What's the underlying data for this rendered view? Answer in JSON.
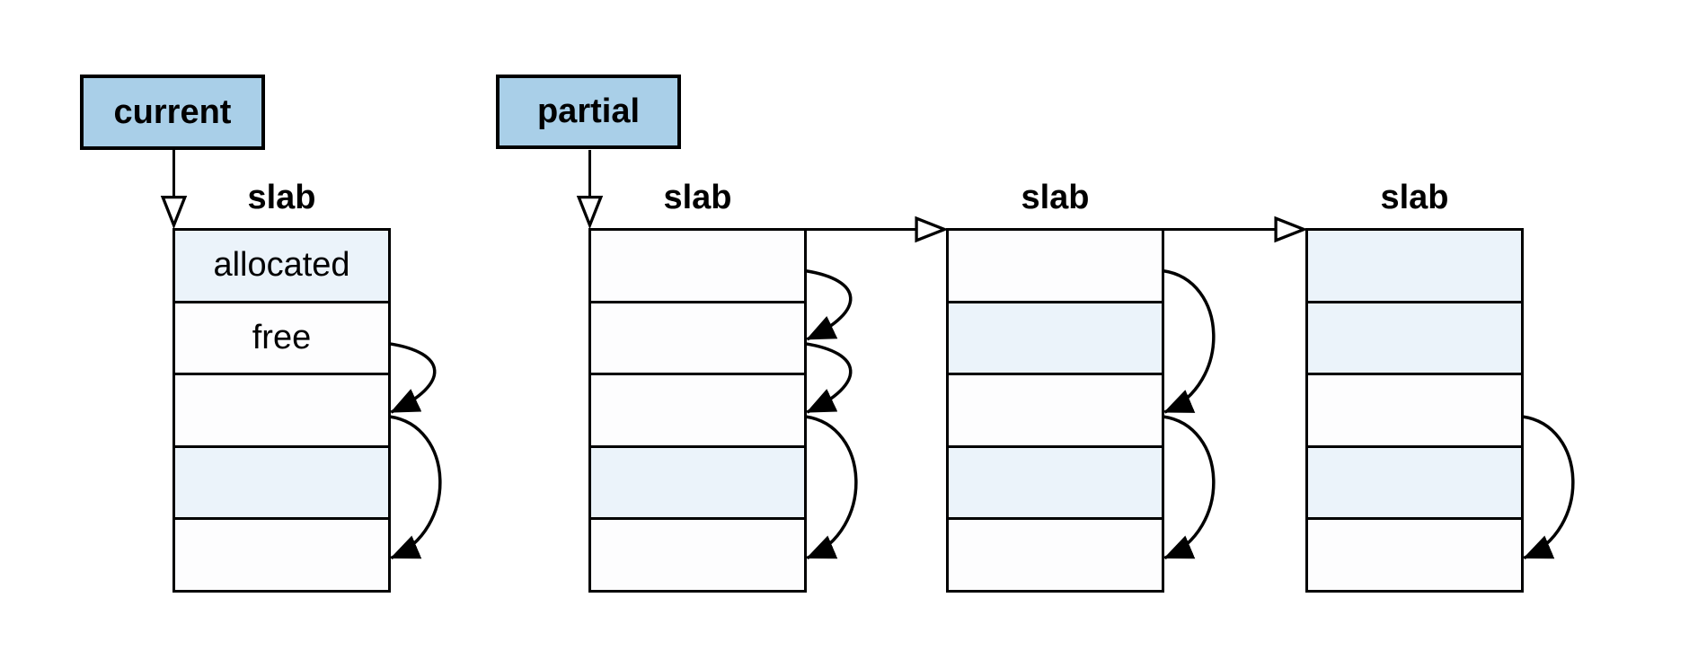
{
  "diagram": {
    "type": "slab-allocator-free-lists",
    "background": "#ffffff"
  },
  "colors": {
    "line": "#000000",
    "pointer_fill": "#a9cfe8",
    "row_allocated": "#ebf3fa",
    "row_free": "#fdfdfe"
  },
  "pointers": [
    {
      "label": "current",
      "target_slab": 0
    },
    {
      "label": "partial",
      "target_slab": 1
    }
  ],
  "slabs": [
    {
      "title": "slab",
      "rows": [
        {
          "state": "allocated",
          "label": "allocated"
        },
        {
          "state": "free",
          "label": "free"
        },
        {
          "state": "free",
          "label": ""
        },
        {
          "state": "allocated",
          "label": ""
        },
        {
          "state": "free",
          "label": ""
        }
      ],
      "free_links": [
        [
          1,
          2
        ],
        [
          2,
          4
        ]
      ]
    },
    {
      "title": "slab",
      "rows": [
        {
          "state": "free",
          "label": ""
        },
        {
          "state": "free",
          "label": ""
        },
        {
          "state": "free",
          "label": ""
        },
        {
          "state": "allocated",
          "label": ""
        },
        {
          "state": "free",
          "label": ""
        }
      ],
      "free_links": [
        [
          0,
          1
        ],
        [
          1,
          2
        ],
        [
          2,
          4
        ]
      ]
    },
    {
      "title": "slab",
      "rows": [
        {
          "state": "free",
          "label": ""
        },
        {
          "state": "allocated",
          "label": ""
        },
        {
          "state": "free",
          "label": ""
        },
        {
          "state": "allocated",
          "label": ""
        },
        {
          "state": "free",
          "label": ""
        }
      ],
      "free_links": [
        [
          0,
          2
        ],
        [
          2,
          4
        ]
      ]
    },
    {
      "title": "slab",
      "rows": [
        {
          "state": "allocated",
          "label": ""
        },
        {
          "state": "allocated",
          "label": ""
        },
        {
          "state": "free",
          "label": ""
        },
        {
          "state": "allocated",
          "label": ""
        },
        {
          "state": "free",
          "label": ""
        }
      ],
      "free_links": [
        [
          2,
          4
        ]
      ]
    }
  ],
  "chain_links": [
    {
      "from": 1,
      "to": 2
    },
    {
      "from": 2,
      "to": 3
    }
  ]
}
